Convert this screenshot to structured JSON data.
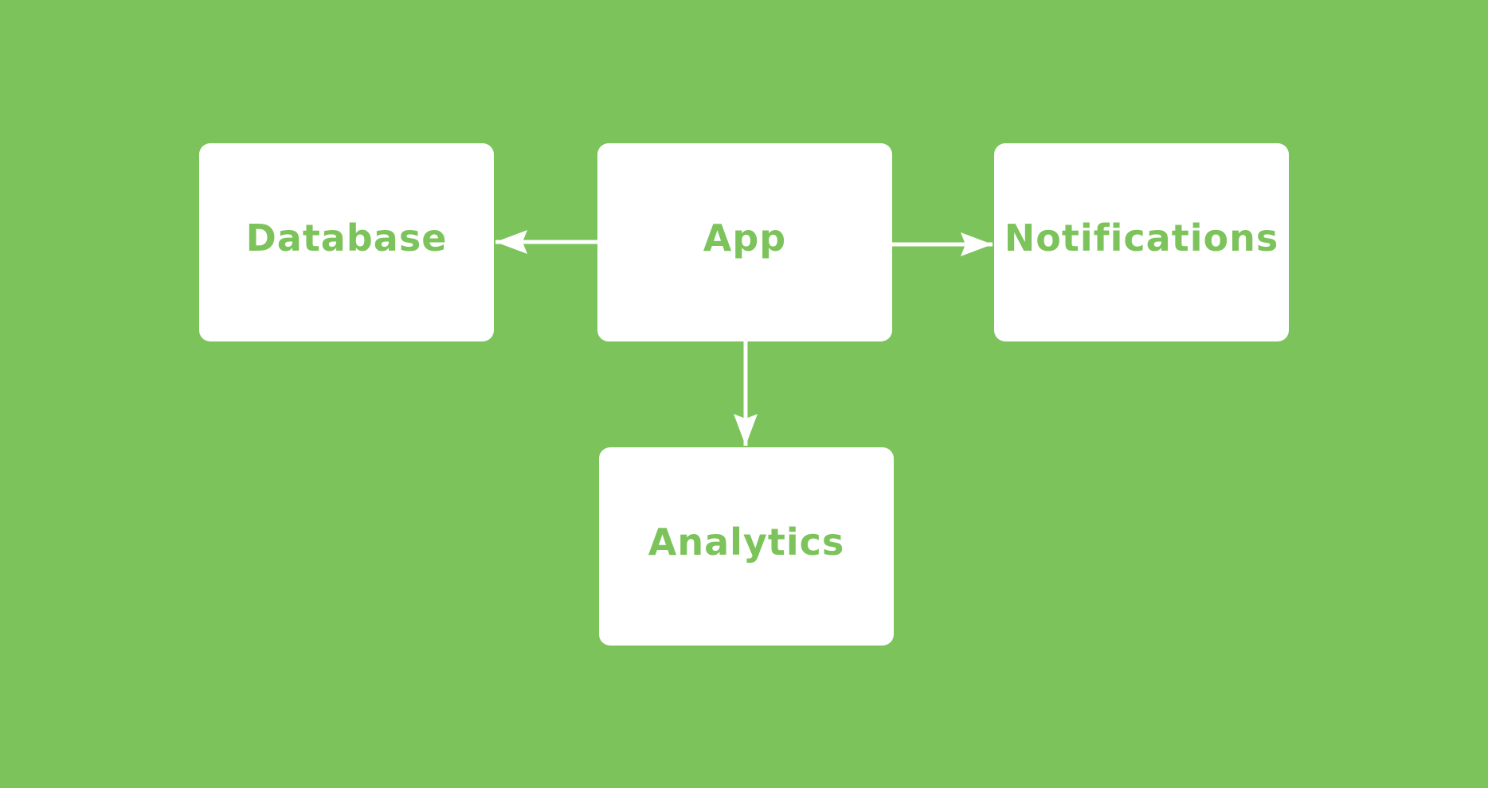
{
  "diagram": {
    "background_color": "#7cc35b",
    "node_color": "#ffffff",
    "text_color": "#7cc35b",
    "nodes": {
      "database": {
        "label": "Database"
      },
      "app": {
        "label": "App"
      },
      "notifications": {
        "label": "Notifications"
      },
      "analytics": {
        "label": "Analytics"
      }
    },
    "edges": [
      {
        "from": "App",
        "to": "Database"
      },
      {
        "from": "App",
        "to": "Notifications"
      },
      {
        "from": "App",
        "to": "Analytics"
      }
    ]
  }
}
